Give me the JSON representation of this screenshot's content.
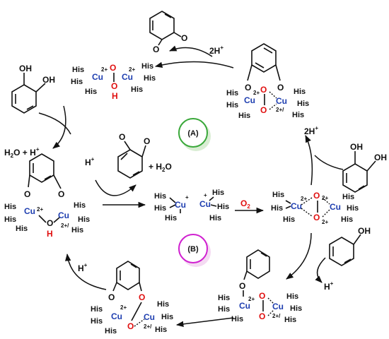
{
  "labels": {
    "cycle_a": "(A)",
    "cycle_b": "(B)",
    "o2": "O",
    "o2_sub": "2"
  },
  "ligand": "His",
  "metal": "Cu",
  "charges": {
    "cu1": "+",
    "cu2": "2+",
    "cu2b": "2+/"
  },
  "atoms": {
    "o": "O",
    "oh_o": "O",
    "oh_h": "H",
    "oh_label": "OH"
  },
  "reagents": {
    "h_plus": "H",
    "plus_sup": "+",
    "two_h_plus": "2H",
    "h2o_plus_h": "H",
    "h2o_text_pre": "H",
    "h2o_text_post": "O + H",
    "h2o_sub": "2",
    "plus_h2o": "+ H",
    "h2o_o": "O"
  },
  "colors": {
    "copper": "#1f3fb0",
    "oxygen_red": "#e01010",
    "cycle_a": "#3aa83a",
    "cycle_b": "#d020d0"
  }
}
